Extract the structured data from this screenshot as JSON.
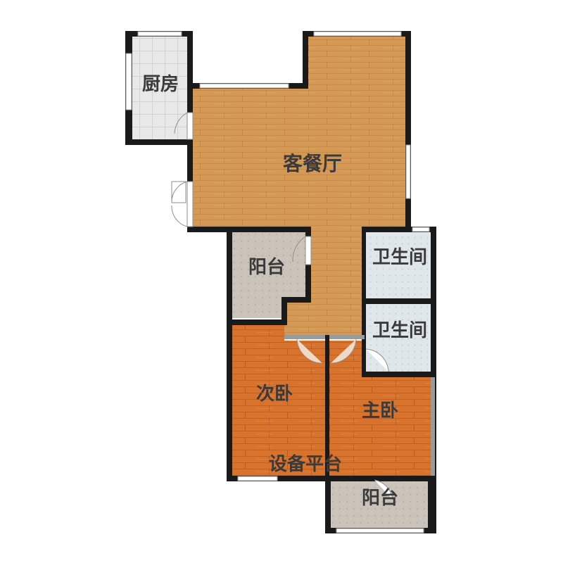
{
  "rooms": {
    "kitchen": "厨房",
    "living_dining": "客餐厅",
    "balcony_north": "阳台",
    "bathroom_1": "卫生间",
    "bathroom_2": "卫生间",
    "second_bedroom": "次卧",
    "master_bedroom": "主卧",
    "equipment_platform": "设备平台",
    "balcony_south": "阳台"
  },
  "colors": {
    "wall": "#1a1a1a",
    "wood_light": "#d69a52",
    "wood_dark": "#d9712c",
    "tile_gray": "#c7c1b8",
    "tile_light": "#e6e6e6",
    "bath_tile": "#dde6ea",
    "window": "#ffffff"
  }
}
